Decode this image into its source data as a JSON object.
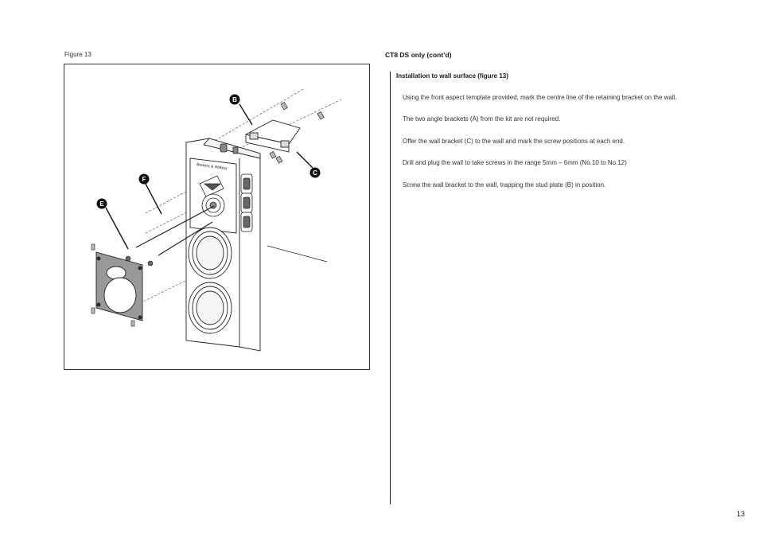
{
  "figure": {
    "label": "Figure 13",
    "callouts": {
      "b": "B",
      "c": "C",
      "e": "E",
      "f": "F"
    },
    "brand_text": "Bowers & Wilkins"
  },
  "section_title": "CT8 DS only (cont’d)",
  "subheading": "Installation to wall surface (figure 13)",
  "paragraphs": [
    "Using the front aspect template provided, mark the centre line of the retaining bracket on the wall.",
    "The two angle brackets (A) from the kit are not required.",
    "Offer the wall bracket (C) to the wall and mark the screw positions at each end.",
    "Drill and plug the wall to take screws in the range 5mm – 6mm (No.10 to No.12)",
    "Screw the wall bracket to the wall, trapping the stud plate (B) in position."
  ],
  "page_number": "13"
}
